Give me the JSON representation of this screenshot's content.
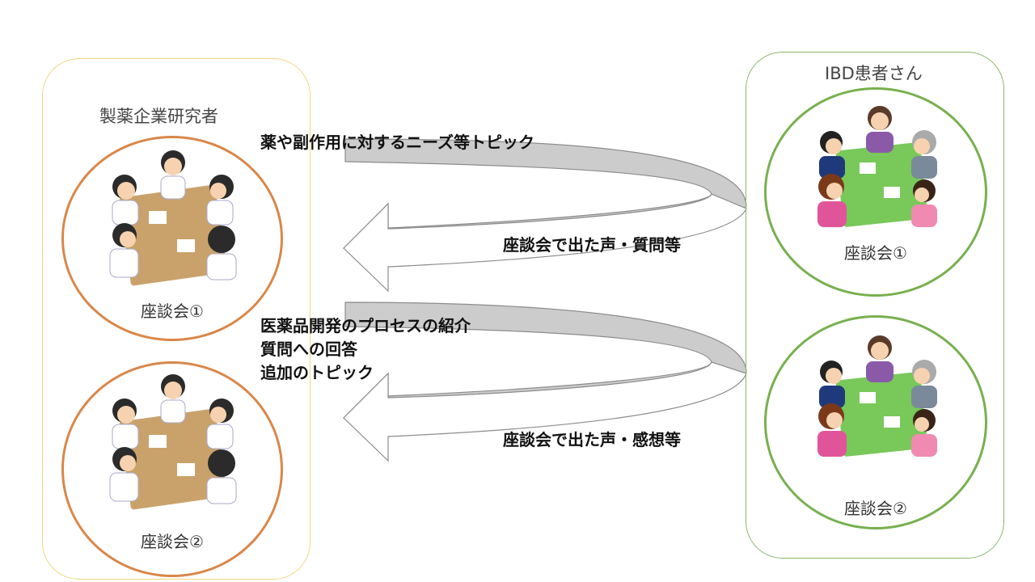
{
  "left_panel": {
    "title": "製薬企業研究者",
    "sessions": [
      {
        "label": "座談会①",
        "illustration": "researchers-meeting-illustration"
      },
      {
        "label": "座談会②",
        "illustration": "researchers-meeting-illustration"
      }
    ]
  },
  "right_panel": {
    "title": "IBD患者さん",
    "sessions": [
      {
        "label": "座談会①",
        "illustration": "patients-meeting-illustration"
      },
      {
        "label": "座談会②",
        "illustration": "patients-meeting-illustration"
      }
    ]
  },
  "flows": {
    "topic_1": "薬や副作用に対するニーズ等トピック",
    "feedback_1": "座談会で出た声・質問等",
    "topic_2_lines": [
      "医薬品開発のプロセスの紹介",
      "質問への回答",
      "追加のトピック"
    ],
    "feedback_2": "座談会で出た声・感想等"
  },
  "colors": {
    "left_panel_border": "#f1d77e",
    "right_panel_border": "#8ab56b",
    "left_circle_border": "#d9874a",
    "right_circle_border": "#78b04f",
    "arrow_fill": "#cccccc",
    "arrow_stroke": "#8c8c8c"
  }
}
